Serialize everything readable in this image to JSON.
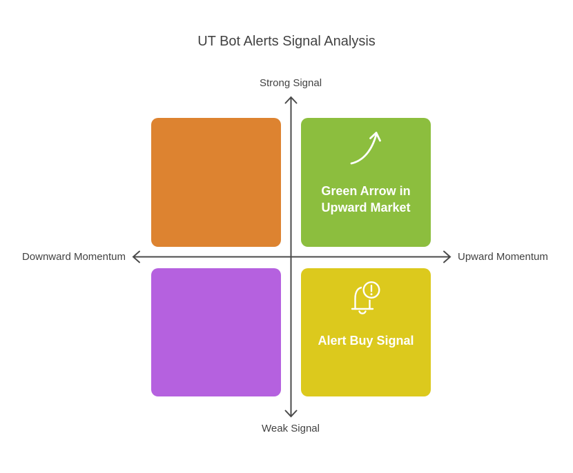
{
  "title": "UT Bot Alerts Signal Analysis",
  "axis_labels": {
    "top": "Strong Signal",
    "bottom": "Weak Signal",
    "left": "Downward Momentum",
    "right": "Upward Momentum"
  },
  "quadrants": {
    "top_left": {
      "position": "top-left",
      "color": "#DD8330",
      "label_lines": []
    },
    "top_right": {
      "position": "top-right",
      "color": "#8CBE3E",
      "icon": "curved-growth-arrow-icon",
      "label_lines": [
        "Green Arrow in",
        "Upward Market"
      ]
    },
    "bottom_left": {
      "position": "bottom-left",
      "color": "#B561DF",
      "label_lines": []
    },
    "bottom_right": {
      "position": "bottom-right",
      "color": "#DCC91D",
      "icon": "alert-bell-icon",
      "label_lines": [
        "Alert Buy Signal"
      ]
    }
  },
  "colors": {
    "axis": "#4A4A4A",
    "title_text": "#424242",
    "axis_label_text": "#424242",
    "quadrant_label_text": "#FFFFFF",
    "background": "#FFFFFF"
  }
}
